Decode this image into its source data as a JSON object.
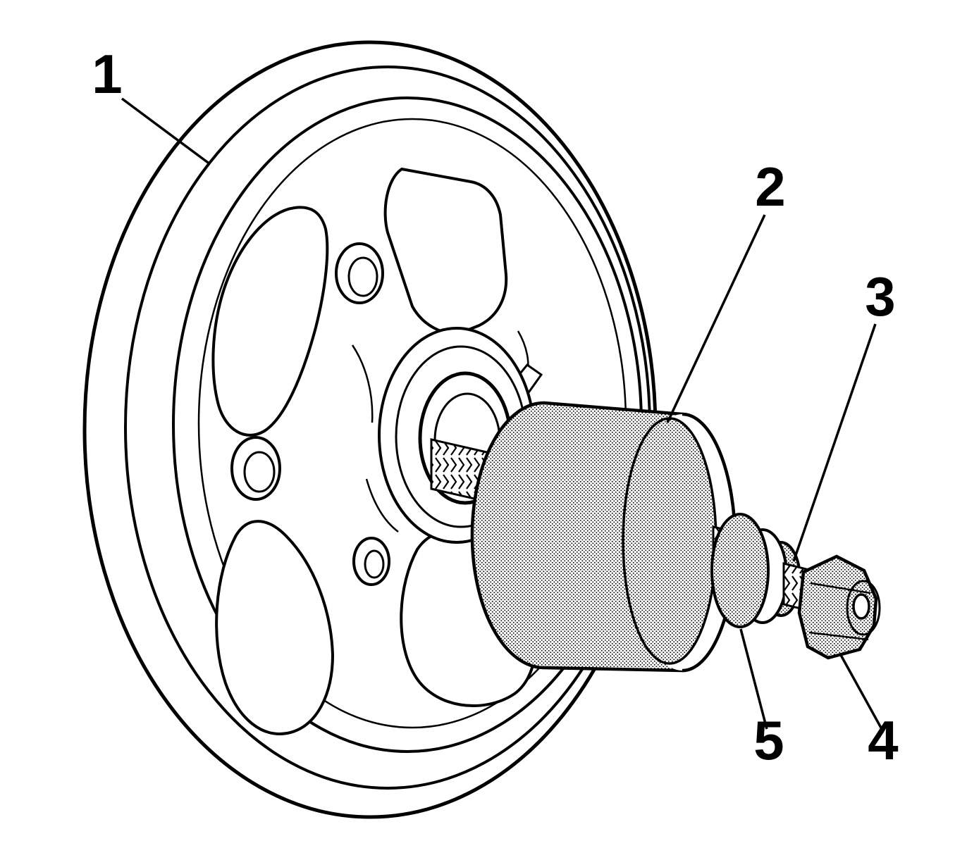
{
  "diagram": {
    "title": "exploded-view line illustration of crankshaft balancer with installer tool",
    "callouts": [
      {
        "label": "1"
      },
      {
        "label": "2"
      },
      {
        "label": "3"
      },
      {
        "label": "4"
      },
      {
        "label": "5"
      }
    ],
    "colors": {
      "line": "#000000",
      "background": "#ffffff"
    },
    "textures": {
      "tool_surface": "dot-halftone",
      "shaft": "thread-chevrons"
    }
  }
}
